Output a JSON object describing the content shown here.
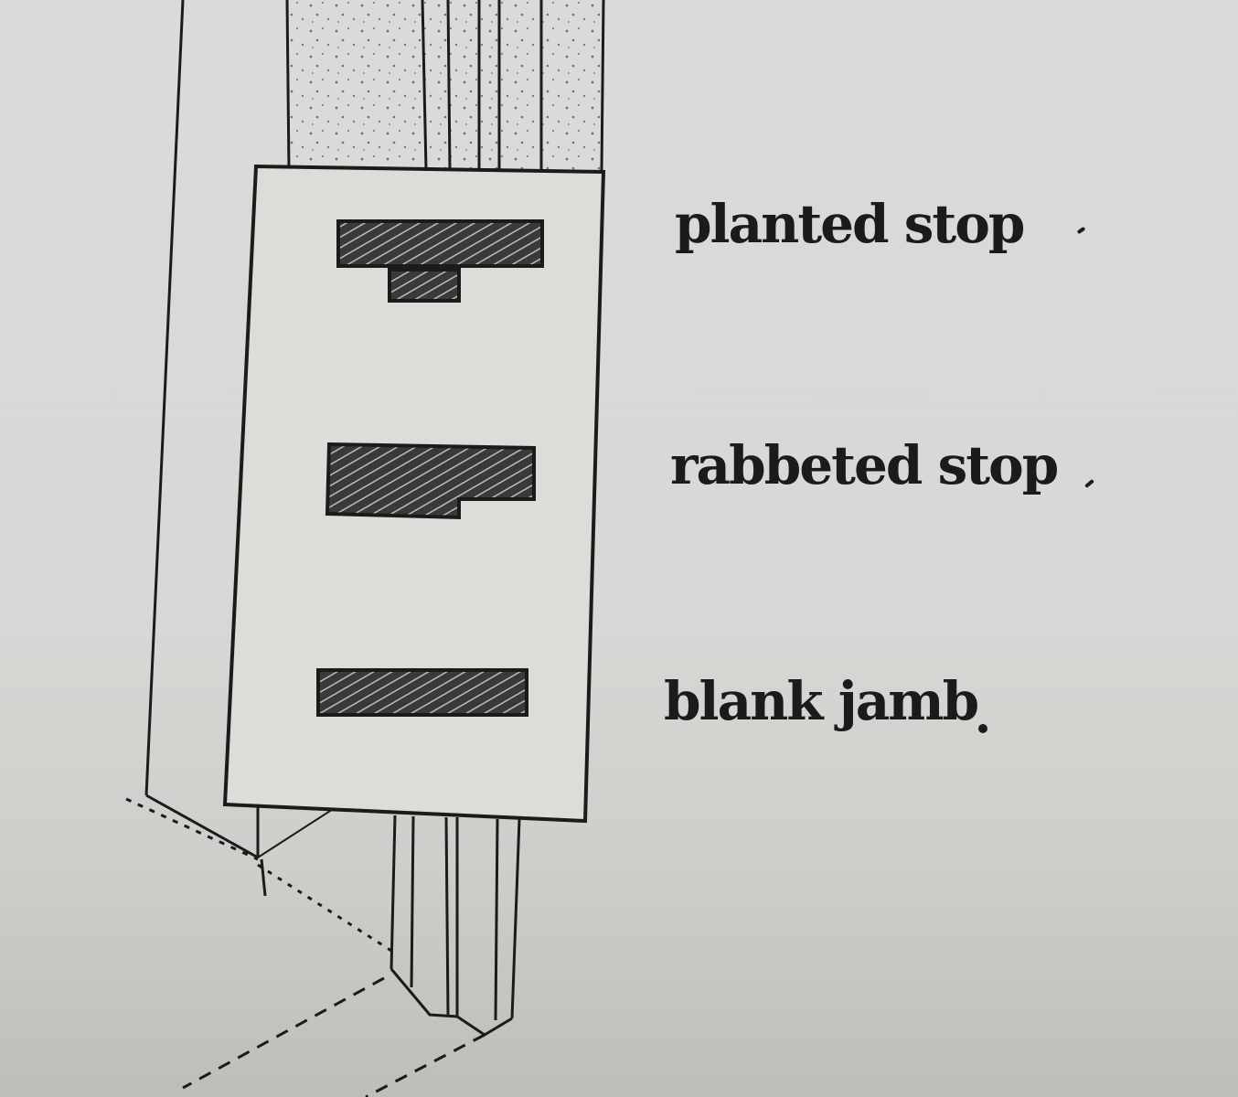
{
  "diagram": {
    "labels": {
      "planted_stop": "planted stop",
      "rabbeted_stop": "rabbeted stop",
      "blank_jamb": "blank jamb"
    },
    "colors": {
      "ink": "#1b1b1b",
      "paper": "#d9d9d7",
      "section_fill": "#3a3a3a",
      "hatch": "#bdbdbd"
    }
  }
}
